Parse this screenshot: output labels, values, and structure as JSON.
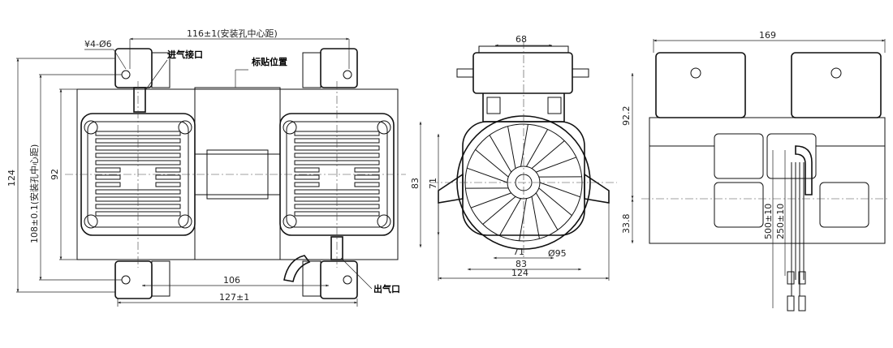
{
  "title": "Pump outline drawing",
  "front_view": {
    "holes": "¥4-Ø6",
    "hole_spacing_h": "116±1(安装孔中心距)",
    "inlet": "进气接口",
    "label_position": "标贴位置",
    "outlet": "出气口",
    "height_total": "124",
    "hole_spacing_v": "108±0.1(安装孔中心距)",
    "body_height": "92",
    "inner_width": "106",
    "outer_width": "127±1"
  },
  "side_view": {
    "top_width": "68",
    "height_83": "83",
    "height_71": "71",
    "diameter": "Ø95",
    "bottom_71": "71",
    "bottom_83": "83",
    "bottom_124": "124"
  },
  "rear_view": {
    "width": "169",
    "height_upper": "92.2",
    "height_lower": "33.8",
    "wire_500": "500±10",
    "wire_250": "250±10"
  }
}
